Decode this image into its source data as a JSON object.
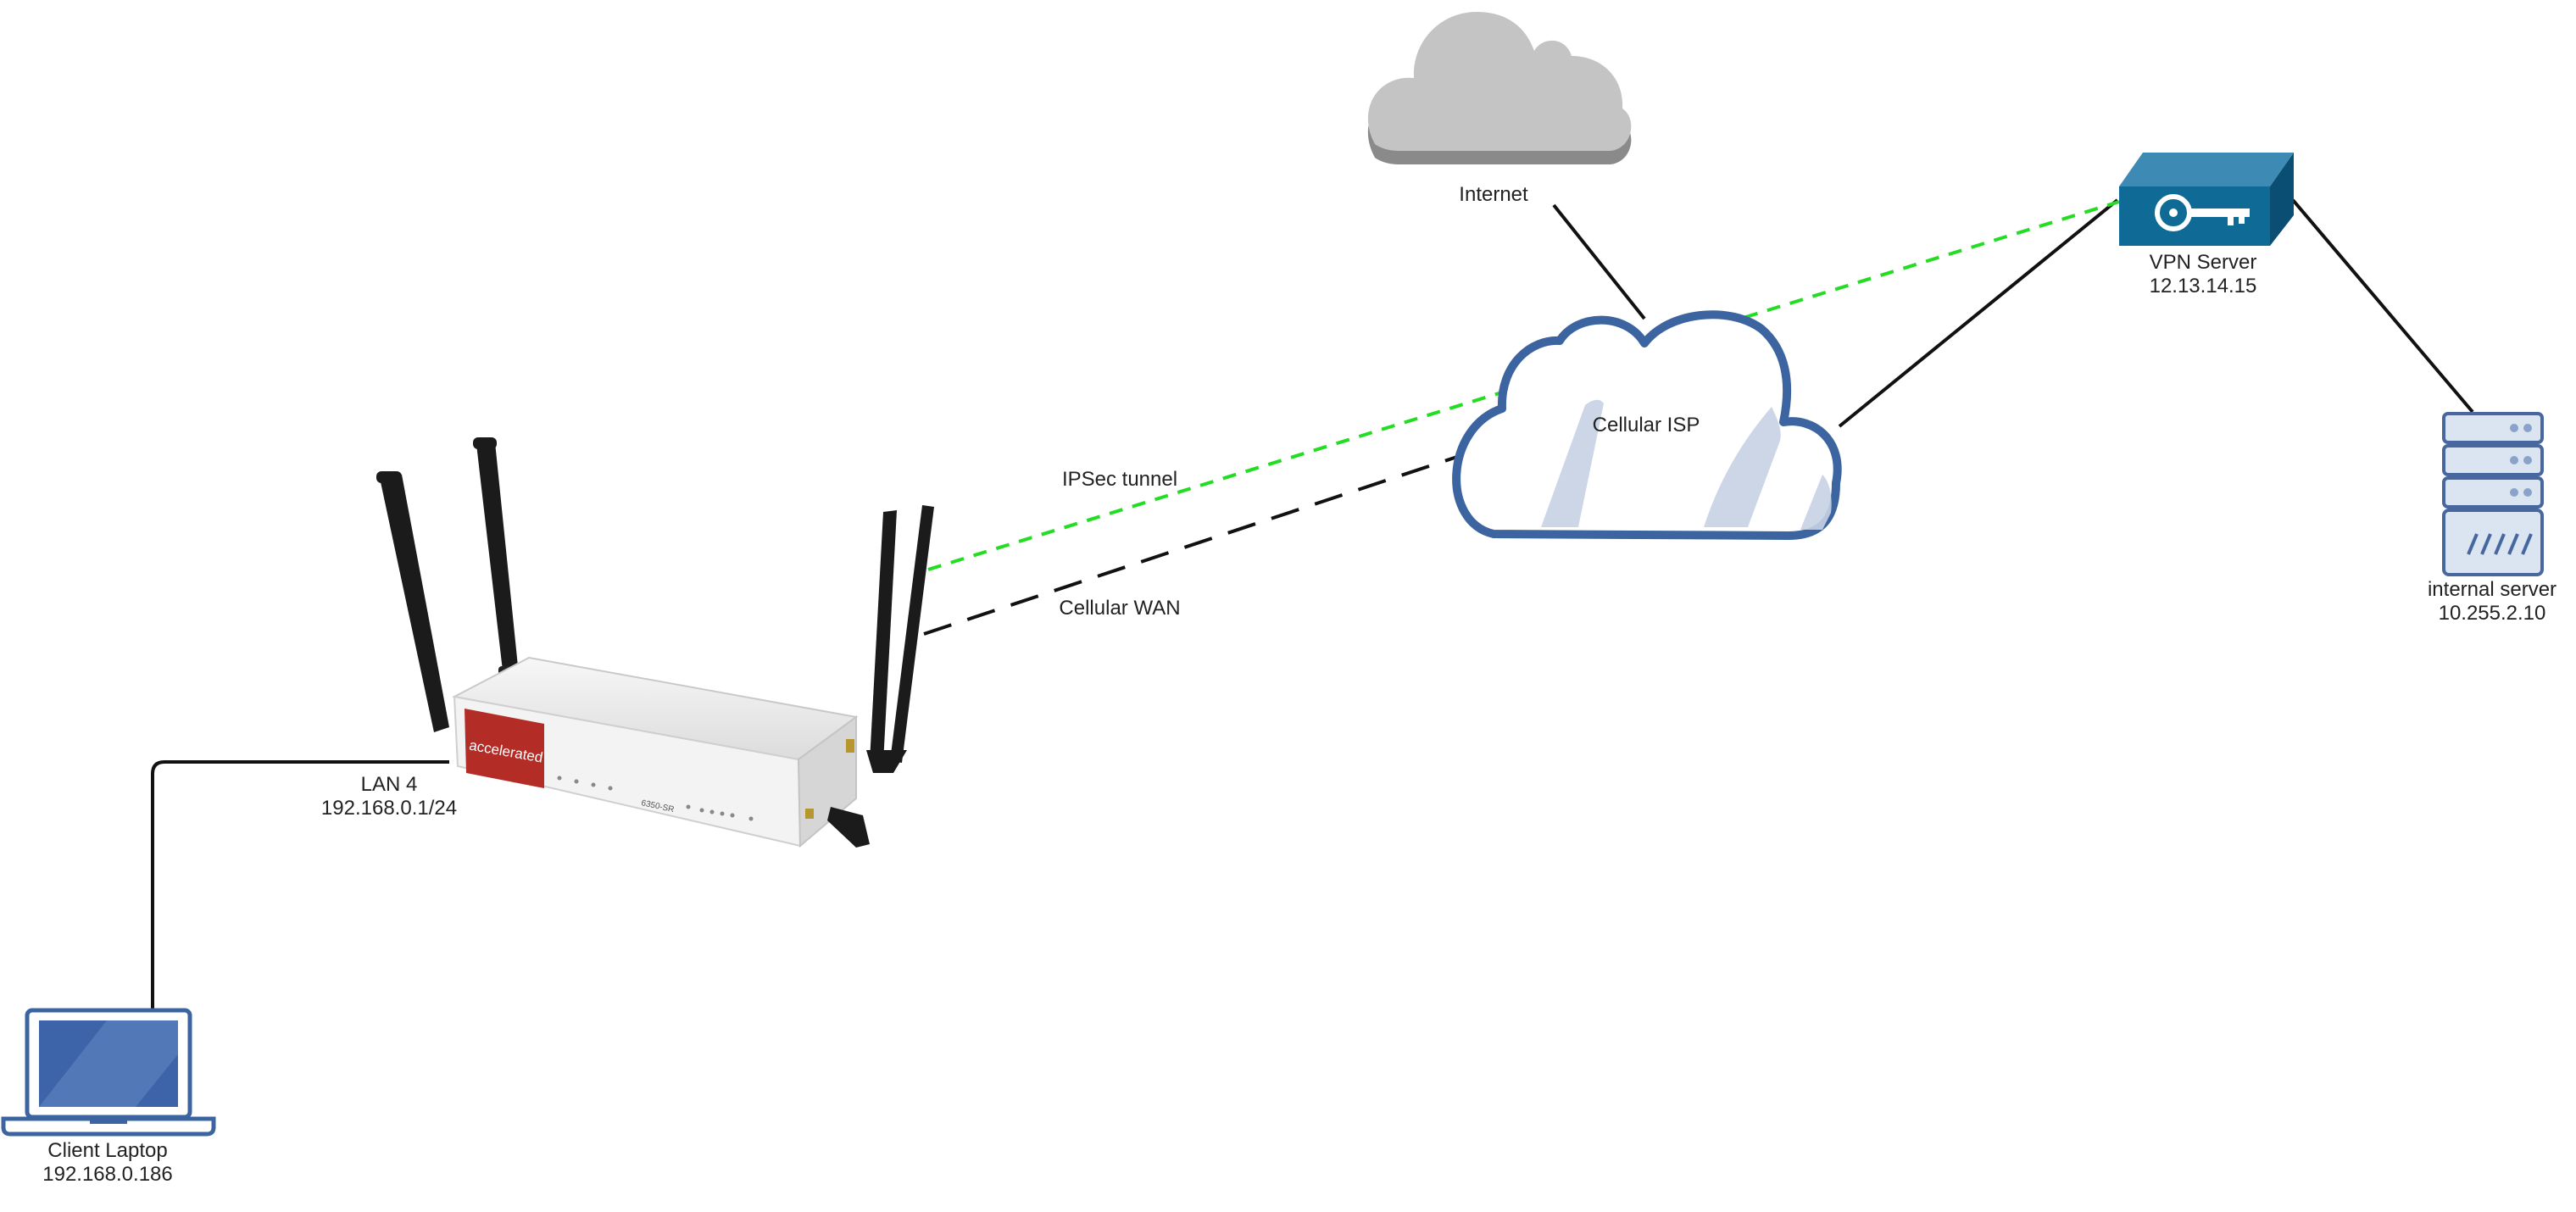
{
  "colors": {
    "link": "#111111",
    "tunnel": "#22dd22",
    "cellular_cloud_stroke": "#3b64a0",
    "internet_cloud": "#c4c4c4",
    "vpn_server": "#0f6a96",
    "server_fill": "#dbe4f1",
    "server_stroke": "#47679e",
    "laptop_stroke": "#3b64a0",
    "router_brand": "#b32c26"
  },
  "nodes": {
    "internet": {
      "label": "Internet",
      "icon": "cloud-icon"
    },
    "cellular_isp": {
      "label": "Cellular ISP",
      "icon": "cloud-icon"
    },
    "vpn_server": {
      "label": "VPN Server",
      "ip": "12.13.14.15",
      "icon": "key-icon"
    },
    "internal_server": {
      "label": "internal server",
      "ip": "10.255.2.10",
      "icon": "server-icon"
    },
    "router": {
      "brand": "accelerated",
      "model": "6350-SR",
      "icon": "router-icon",
      "port_label": "LAN 4",
      "port_ip": "192.168.0.1/24"
    },
    "client_laptop": {
      "label": "Client Laptop",
      "ip": "192.168.0.186",
      "icon": "laptop-icon"
    }
  },
  "links": {
    "ipsec_tunnel": {
      "label": "IPSec tunnel",
      "style": "dashed"
    },
    "cellular_wan": {
      "label": "Cellular WAN",
      "style": "dashed"
    }
  }
}
